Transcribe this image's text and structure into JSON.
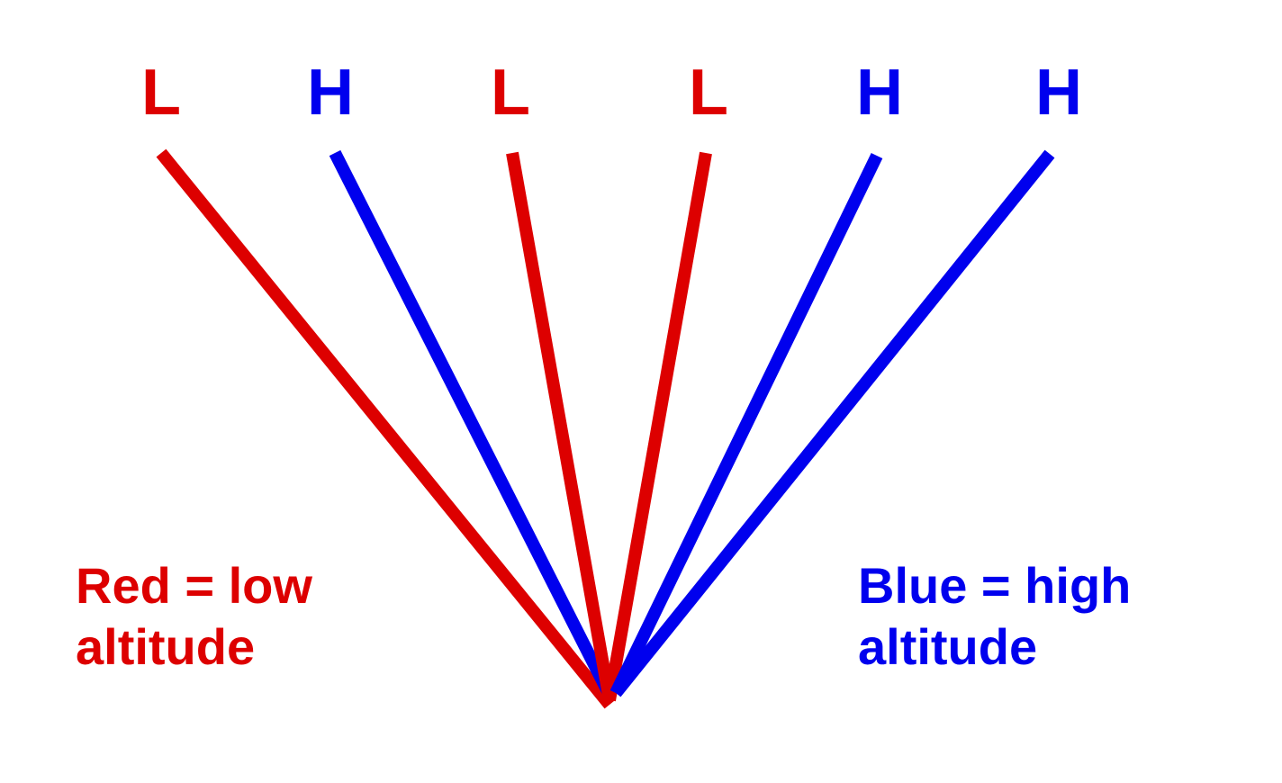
{
  "colors": {
    "low": "#dd0000",
    "high": "#0000ee",
    "background": "#ffffff"
  },
  "rays": [
    {
      "label": "L",
      "altitude": "low"
    },
    {
      "label": "H",
      "altitude": "high"
    },
    {
      "label": "L",
      "altitude": "low"
    },
    {
      "label": "L",
      "altitude": "low"
    },
    {
      "label": "H",
      "altitude": "high"
    },
    {
      "label": "H",
      "altitude": "high"
    }
  ],
  "legend": {
    "low": {
      "line1": "Red = low",
      "line2": "altitude"
    },
    "high": {
      "line1": "Blue = high",
      "line2": "altitude"
    }
  }
}
